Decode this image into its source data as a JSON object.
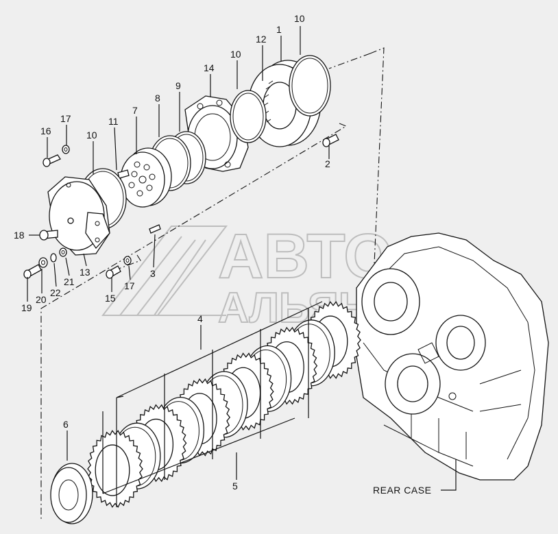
{
  "watermark": {
    "line1": "АВТО",
    "line2": "АЛЬЯНС"
  },
  "caption": "REAR CASE",
  "labels": [
    {
      "id": "1",
      "text": "1"
    },
    {
      "id": "2",
      "text": "2"
    },
    {
      "id": "3",
      "text": "3"
    },
    {
      "id": "4",
      "text": "4"
    },
    {
      "id": "5",
      "text": "5"
    },
    {
      "id": "6",
      "text": "6"
    },
    {
      "id": "7",
      "text": "7"
    },
    {
      "id": "8",
      "text": "8"
    },
    {
      "id": "9",
      "text": "9"
    },
    {
      "id": "10a",
      "text": "10"
    },
    {
      "id": "10b",
      "text": "10"
    },
    {
      "id": "10c",
      "text": "10"
    },
    {
      "id": "11",
      "text": "11"
    },
    {
      "id": "12",
      "text": "12"
    },
    {
      "id": "13",
      "text": "13"
    },
    {
      "id": "14",
      "text": "14"
    },
    {
      "id": "15",
      "text": "15"
    },
    {
      "id": "16",
      "text": "16"
    },
    {
      "id": "17a",
      "text": "17"
    },
    {
      "id": "17b",
      "text": "17"
    },
    {
      "id": "18",
      "text": "18"
    },
    {
      "id": "19",
      "text": "19"
    },
    {
      "id": "20",
      "text": "20"
    },
    {
      "id": "21",
      "text": "21"
    },
    {
      "id": "22",
      "text": "22"
    }
  ]
}
